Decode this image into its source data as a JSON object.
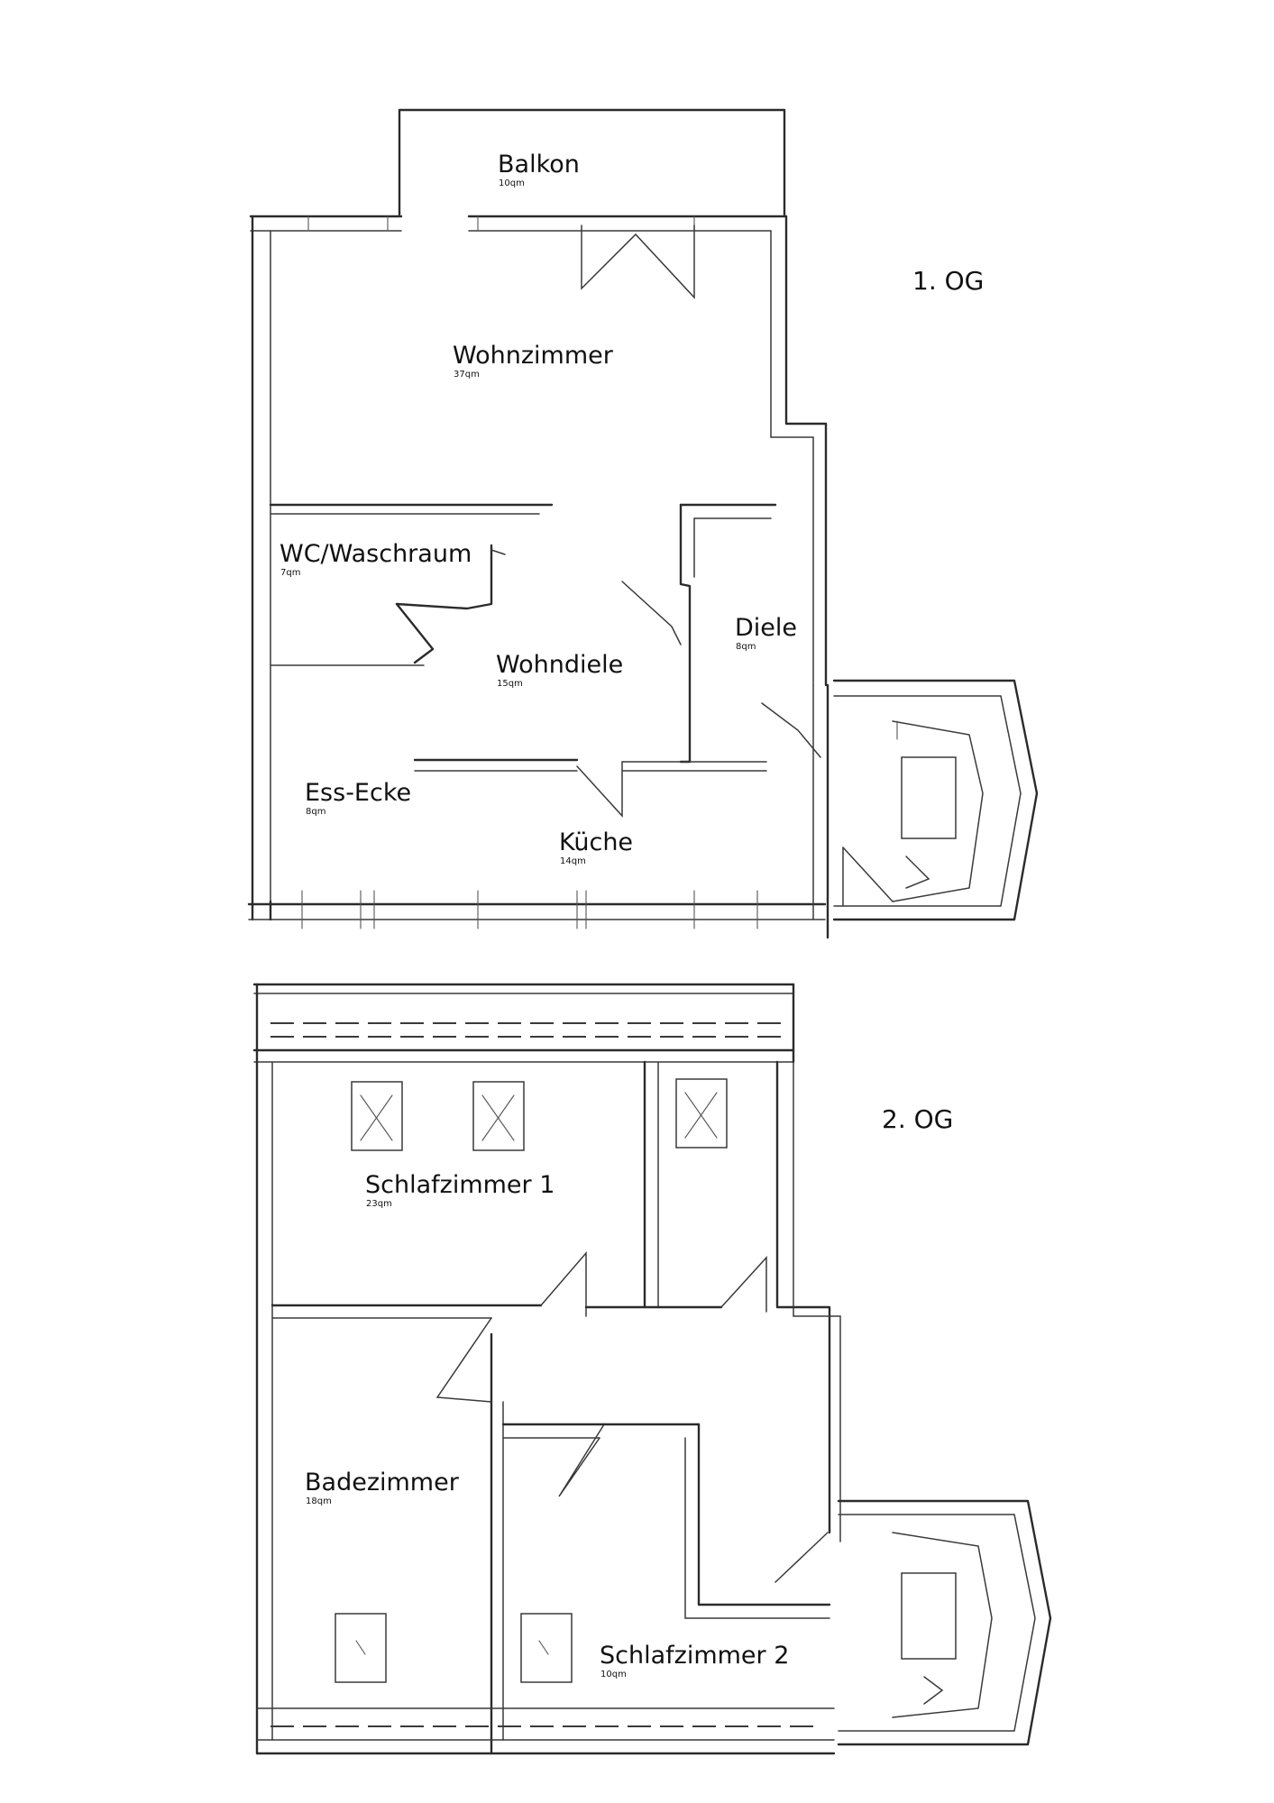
{
  "floors": [
    {
      "title": "1. OG",
      "rooms": [
        {
          "name": "Balkon",
          "area": "10qm"
        },
        {
          "name": "Wohnzimmer",
          "area": "37qm"
        },
        {
          "name": "WC/Waschraum",
          "area": "7qm"
        },
        {
          "name": "Diele",
          "area": "8qm"
        },
        {
          "name": "Wohndiele",
          "area": "15qm"
        },
        {
          "name": "Ess-Ecke",
          "area": "8qm"
        },
        {
          "name": "Küche",
          "area": "14qm"
        }
      ]
    },
    {
      "title": "2. OG",
      "rooms": [
        {
          "name": "Schlafzimmer 1",
          "area": "23qm"
        },
        {
          "name": "Badezimmer",
          "area": "18qm"
        },
        {
          "name": "Schlafzimmer 2",
          "area": "10qm"
        }
      ]
    }
  ]
}
